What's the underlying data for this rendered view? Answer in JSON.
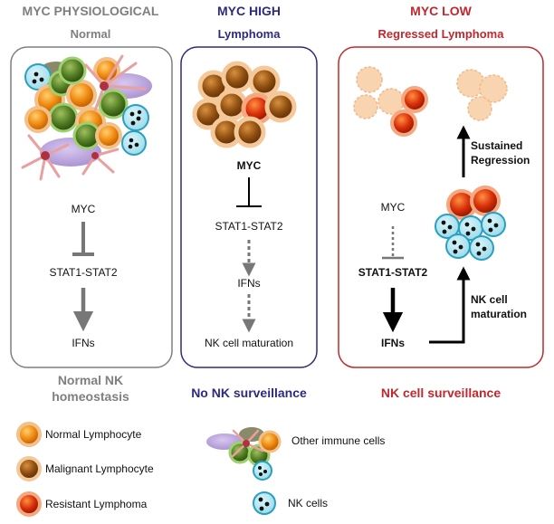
{
  "columns": [
    {
      "header": "MYC PHYSIOLOGICAL",
      "subheader": "Normal",
      "labels": {
        "myc": "MYC",
        "stat": "STAT1-STAT2",
        "ifn": "IFNs"
      },
      "footer": [
        "Normal NK",
        "homeostasis"
      ],
      "colors": {
        "header": "#7f7f7f",
        "box": "#7f7f7f"
      }
    },
    {
      "header": "MYC HIGH",
      "subheader": "Lymphoma",
      "labels": {
        "myc": "MYC",
        "stat": "STAT1-STAT2",
        "ifn": "IFNs",
        "nk": "NK cell maturation"
      },
      "footer": "No NK surveillance",
      "colors": {
        "header": "#2e2a7f",
        "box": "#2e2a7f"
      }
    },
    {
      "header": "MYC LOW",
      "subheader": "Regressed Lymphoma",
      "labels": {
        "myc": "MYC",
        "stat": "STAT1-STAT2",
        "ifn": "IFNs",
        "sustained": [
          "Sustained",
          "Regression"
        ],
        "nkmat": [
          "NK cell",
          "maturation"
        ]
      },
      "footer": "NK cell surveillance",
      "colors": {
        "header": "#c0282d",
        "box": "#c0282d"
      }
    }
  ],
  "legend": {
    "normal": "Normal Lymphocyte",
    "malignant": "Malignant Lymphocyte",
    "resistant": "Resistant Lymphoma",
    "other": "Other immune cells",
    "nk": "NK cells"
  }
}
